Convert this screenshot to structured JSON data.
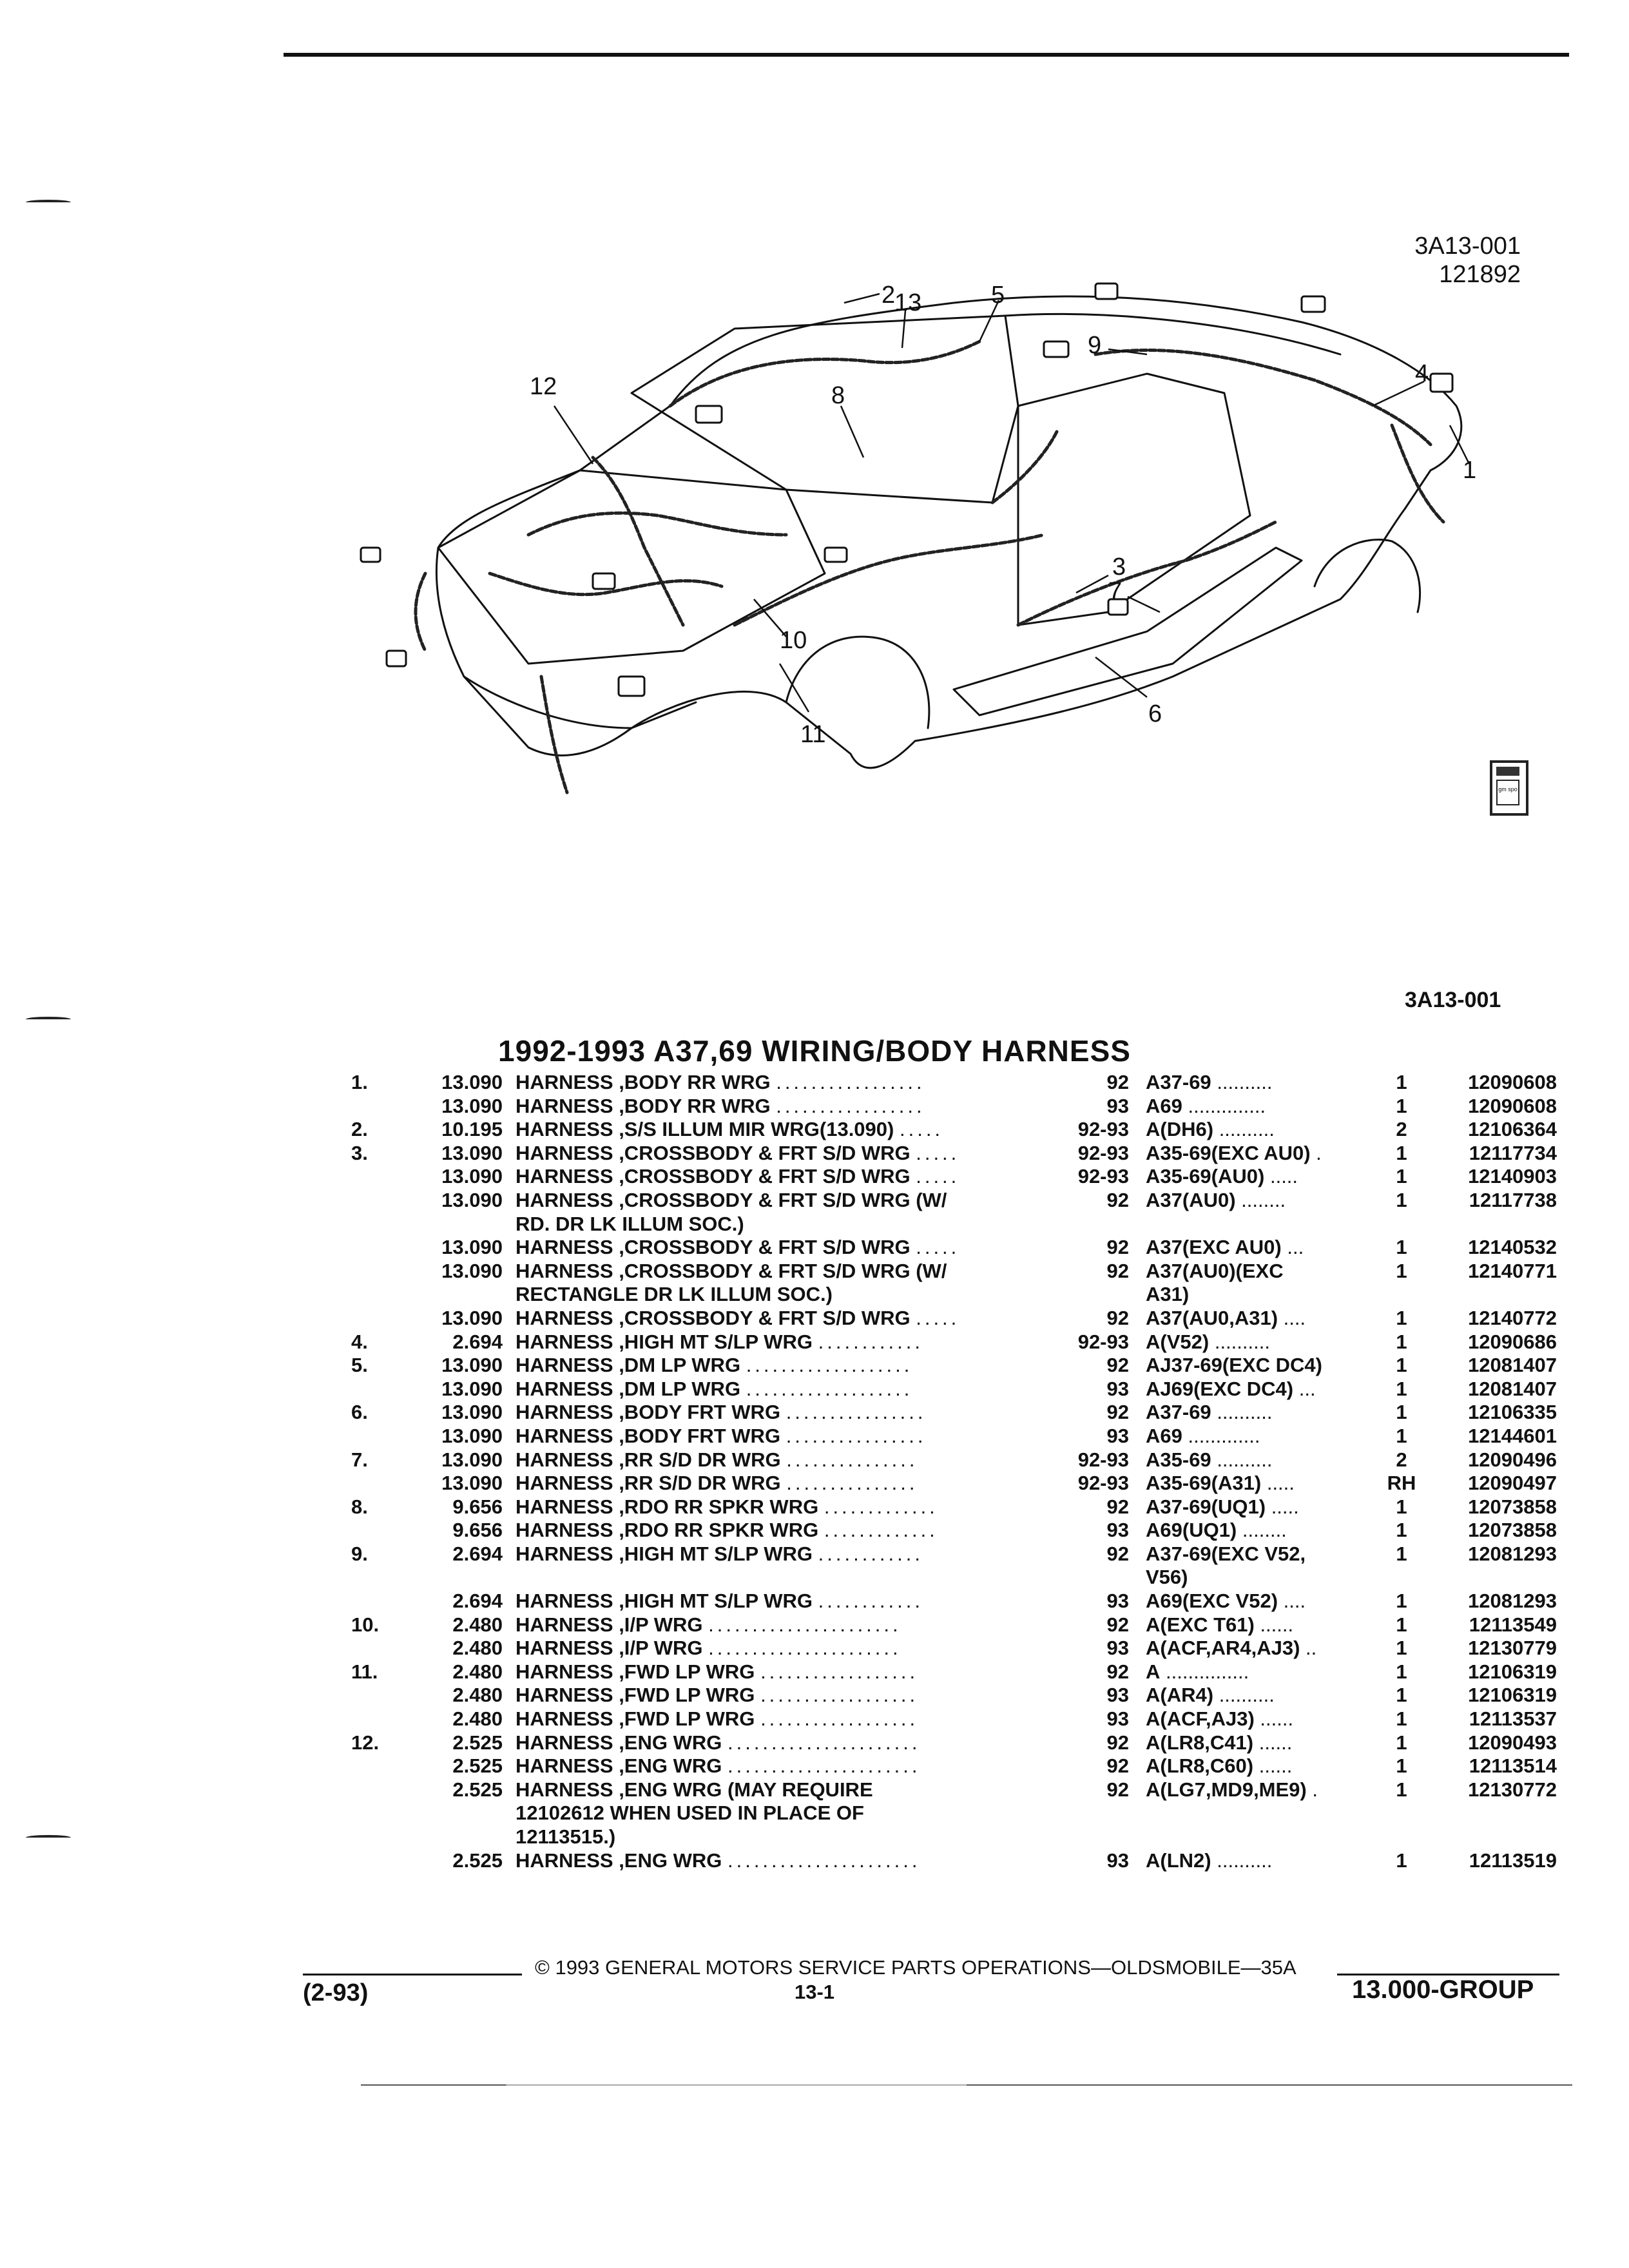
{
  "diagram": {
    "code": "3A13-001",
    "date": "121892",
    "callouts": [
      "1",
      "2",
      "3",
      "4",
      "5",
      "6",
      "7",
      "8",
      "9",
      "10",
      "11",
      "12",
      "13"
    ],
    "logo": "gm spo"
  },
  "ref_code": "3A13-001",
  "title": "1992-1993 A37,69 WIRING/BODY HARNESS",
  "rows": [
    {
      "item": "1.",
      "group": "13.090",
      "desc": "HARNESS ,BODY RR WRG",
      "dots": ".................",
      "year": "92",
      "usage": "A37-69",
      "udots": "..........",
      "qty": "1",
      "part": "12090608"
    },
    {
      "item": "",
      "group": "13.090",
      "desc": "HARNESS ,BODY RR WRG",
      "dots": ".................",
      "year": "93",
      "usage": "A69",
      "udots": "..............",
      "qty": "1",
      "part": "12090608"
    },
    {
      "item": "2.",
      "group": "10.195",
      "desc": "HARNESS ,S/S ILLUM MIR WRG(13.090)",
      "dots": ".....",
      "year": "92-93",
      "usage": "A(DH6)",
      "udots": "..........",
      "qty": "2",
      "part": "12106364"
    },
    {
      "item": "3.",
      "group": "13.090",
      "desc": "HARNESS ,CROSSBODY & FRT S/D WRG",
      "dots": ".....",
      "year": "92-93",
      "usage": "A35-69(EXC AU0)",
      "udots": ".",
      "qty": "1",
      "part": "12117734"
    },
    {
      "item": "",
      "group": "13.090",
      "desc": "HARNESS ,CROSSBODY & FRT S/D WRG",
      "dots": ".....",
      "year": "92-93",
      "usage": "A35-69(AU0)",
      "udots": ".....",
      "qty": "1",
      "part": "12140903"
    },
    {
      "item": "",
      "group": "13.090",
      "desc": "HARNESS ,CROSSBODY & FRT S/D WRG (W/",
      "dots": "",
      "year": "92",
      "usage": "A37(AU0)",
      "udots": "........",
      "qty": "1",
      "part": "12117738"
    },
    {
      "item": "",
      "group": "",
      "desc": "RD. DR LK ILLUM SOC.)",
      "dots": "",
      "year": "",
      "usage": "",
      "udots": "",
      "qty": "",
      "part": ""
    },
    {
      "item": "",
      "group": "13.090",
      "desc": "HARNESS ,CROSSBODY & FRT S/D WRG",
      "dots": ".....",
      "year": "92",
      "usage": "A37(EXC AU0)",
      "udots": "...",
      "qty": "1",
      "part": "12140532"
    },
    {
      "item": "",
      "group": "13.090",
      "desc": "HARNESS ,CROSSBODY & FRT S/D WRG (W/",
      "dots": "",
      "year": "92",
      "usage": "A37(AU0)(EXC",
      "udots": "",
      "qty": "1",
      "part": "12140771"
    },
    {
      "item": "",
      "group": "",
      "desc": "RECTANGLE DR LK ILLUM SOC.)",
      "dots": "",
      "year": "",
      "usage": "A31)",
      "udots": "",
      "qty": "",
      "part": ""
    },
    {
      "item": "",
      "group": "13.090",
      "desc": "HARNESS ,CROSSBODY & FRT S/D WRG",
      "dots": ".....",
      "year": "92",
      "usage": "A37(AU0,A31)",
      "udots": "....",
      "qty": "1",
      "part": "12140772"
    },
    {
      "item": "4.",
      "group": "2.694",
      "desc": "HARNESS ,HIGH MT S/LP WRG",
      "dots": "............",
      "year": "92-93",
      "usage": "A(V52)",
      "udots": "..........",
      "qty": "1",
      "part": "12090686"
    },
    {
      "item": "5.",
      "group": "13.090",
      "desc": "HARNESS ,DM LP WRG",
      "dots": "...................",
      "year": "92",
      "usage": "AJ37-69(EXC DC4)",
      "udots": "",
      "qty": "1",
      "part": "12081407"
    },
    {
      "item": "",
      "group": "13.090",
      "desc": "HARNESS ,DM LP WRG",
      "dots": "...................",
      "year": "93",
      "usage": "AJ69(EXC DC4)",
      "udots": "...",
      "qty": "1",
      "part": "12081407"
    },
    {
      "item": "6.",
      "group": "13.090",
      "desc": "HARNESS ,BODY FRT WRG",
      "dots": "................",
      "year": "92",
      "usage": "A37-69",
      "udots": "..........",
      "qty": "1",
      "part": "12106335"
    },
    {
      "item": "",
      "group": "13.090",
      "desc": "HARNESS ,BODY FRT WRG",
      "dots": "................",
      "year": "93",
      "usage": "A69",
      "udots": ".............",
      "qty": "1",
      "part": "12144601"
    },
    {
      "item": "7.",
      "group": "13.090",
      "desc": "HARNESS ,RR S/D DR WRG",
      "dots": "...............",
      "year": "92-93",
      "usage": "A35-69",
      "udots": "..........",
      "qty": "2",
      "part": "12090496"
    },
    {
      "item": "",
      "group": "13.090",
      "desc": "HARNESS ,RR S/D DR WRG",
      "dots": "...............",
      "year": "92-93",
      "usage": "A35-69(A31)",
      "udots": ".....",
      "qty": "RH",
      "part": "12090497"
    },
    {
      "item": "8.",
      "group": "9.656",
      "desc": "HARNESS ,RDO RR SPKR WRG",
      "dots": ".............",
      "year": "92",
      "usage": "A37-69(UQ1)",
      "udots": ".....",
      "qty": "1",
      "part": "12073858"
    },
    {
      "item": "",
      "group": "9.656",
      "desc": "HARNESS ,RDO RR SPKR WRG",
      "dots": ".............",
      "year": "93",
      "usage": "A69(UQ1)",
      "udots": "........",
      "qty": "1",
      "part": "12073858"
    },
    {
      "item": "9.",
      "group": "2.694",
      "desc": "HARNESS ,HIGH MT S/LP WRG",
      "dots": "............",
      "year": "92",
      "usage": "A37-69(EXC V52,",
      "udots": "",
      "qty": "1",
      "part": "12081293"
    },
    {
      "item": "",
      "group": "",
      "desc": "",
      "dots": "",
      "year": "",
      "usage": "V56)",
      "udots": "",
      "qty": "",
      "part": ""
    },
    {
      "item": "",
      "group": "2.694",
      "desc": "HARNESS ,HIGH MT S/LP WRG",
      "dots": "............",
      "year": "93",
      "usage": "A69(EXC V52)",
      "udots": "....",
      "qty": "1",
      "part": "12081293"
    },
    {
      "item": "10.",
      "group": "2.480",
      "desc": "HARNESS ,I/P WRG",
      "dots": "......................",
      "year": "92",
      "usage": "A(EXC T61)",
      "udots": "......",
      "qty": "1",
      "part": "12113549"
    },
    {
      "item": "",
      "group": "2.480",
      "desc": "HARNESS ,I/P WRG",
      "dots": "......................",
      "year": "93",
      "usage": "A(ACF,AR4,AJ3)",
      "udots": "..",
      "qty": "1",
      "part": "12130779"
    },
    {
      "item": "11.",
      "group": "2.480",
      "desc": "HARNESS ,FWD LP WRG",
      "dots": "..................",
      "year": "92",
      "usage": "A",
      "udots": "...............",
      "qty": "1",
      "part": "12106319"
    },
    {
      "item": "",
      "group": "2.480",
      "desc": "HARNESS ,FWD LP WRG",
      "dots": "..................",
      "year": "93",
      "usage": "A(AR4)",
      "udots": "..........",
      "qty": "1",
      "part": "12106319"
    },
    {
      "item": "",
      "group": "2.480",
      "desc": "HARNESS ,FWD LP WRG",
      "dots": "..................",
      "year": "93",
      "usage": "A(ACF,AJ3)",
      "udots": "......",
      "qty": "1",
      "part": "12113537"
    },
    {
      "item": "12.",
      "group": "2.525",
      "desc": "HARNESS ,ENG WRG",
      "dots": "......................",
      "year": "92",
      "usage": "A(LR8,C41)",
      "udots": "......",
      "qty": "1",
      "part": "12090493"
    },
    {
      "item": "",
      "group": "2.525",
      "desc": "HARNESS ,ENG WRG",
      "dots": "......................",
      "year": "92",
      "usage": "A(LR8,C60)",
      "udots": "......",
      "qty": "1",
      "part": "12113514"
    },
    {
      "item": "",
      "group": "2.525",
      "desc": "HARNESS ,ENG WRG (MAY REQUIRE",
      "dots": "",
      "year": "92",
      "usage": "A(LG7,MD9,ME9)",
      "udots": ".",
      "qty": "1",
      "part": "12130772"
    },
    {
      "item": "",
      "group": "",
      "desc": "12102612 WHEN USED IN PLACE OF",
      "dots": "",
      "year": "",
      "usage": "",
      "udots": "",
      "qty": "",
      "part": ""
    },
    {
      "item": "",
      "group": "",
      "desc": "12113515.)",
      "dots": "",
      "year": "",
      "usage": "",
      "udots": "",
      "qty": "",
      "part": ""
    },
    {
      "item": "",
      "group": "2.525",
      "desc": "HARNESS ,ENG WRG",
      "dots": "......................",
      "year": "93",
      "usage": "A(LN2)",
      "udots": "..........",
      "qty": "1",
      "part": "12113519"
    }
  ],
  "footer": {
    "copyright": "© 1993 GENERAL MOTORS SERVICE PARTS OPERATIONS—OLDSMOBILE—35A",
    "page": "13-1",
    "date": "(2-93)",
    "group": "13.000-GROUP"
  }
}
